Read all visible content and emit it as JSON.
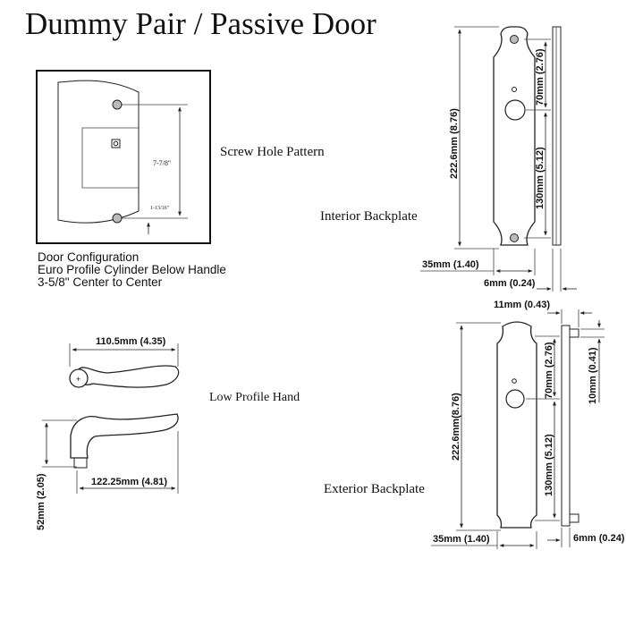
{
  "title": "Dummy Pair / Passive Door",
  "screw_pattern": {
    "label": "Screw Hole Pattern",
    "dim_long": "7-7/8\"",
    "dim_short": "1-13/16\"",
    "config_lines": [
      "Door Configuration",
      "Euro Profile Cylinder Below Handle",
      "3-5/8\" Center to Center"
    ]
  },
  "interior_backplate": {
    "label": "Interior Backplate",
    "height": "222.6mm (8.76)",
    "upper": "70mm (2.76)",
    "lower": "130mm (5.12)",
    "width": "35mm (1.40)",
    "depth": "6mm (0.24)"
  },
  "exterior_backplate": {
    "label": "Exterior Backplate",
    "height": "222.6mm(8.76)",
    "upper": "70mm (2.76)",
    "lower": "130mm (5.12)",
    "width": "35mm (1.40)",
    "depth": "6mm (0.24)",
    "top_depth": "11mm (0.43)",
    "spindle": "10mm (0.41)"
  },
  "handle": {
    "label": "Low Profile Hand",
    "top_length": "110.5mm (4.35)",
    "side_length": "122.25mm (4.81)",
    "height": "52mm (2.05)"
  }
}
